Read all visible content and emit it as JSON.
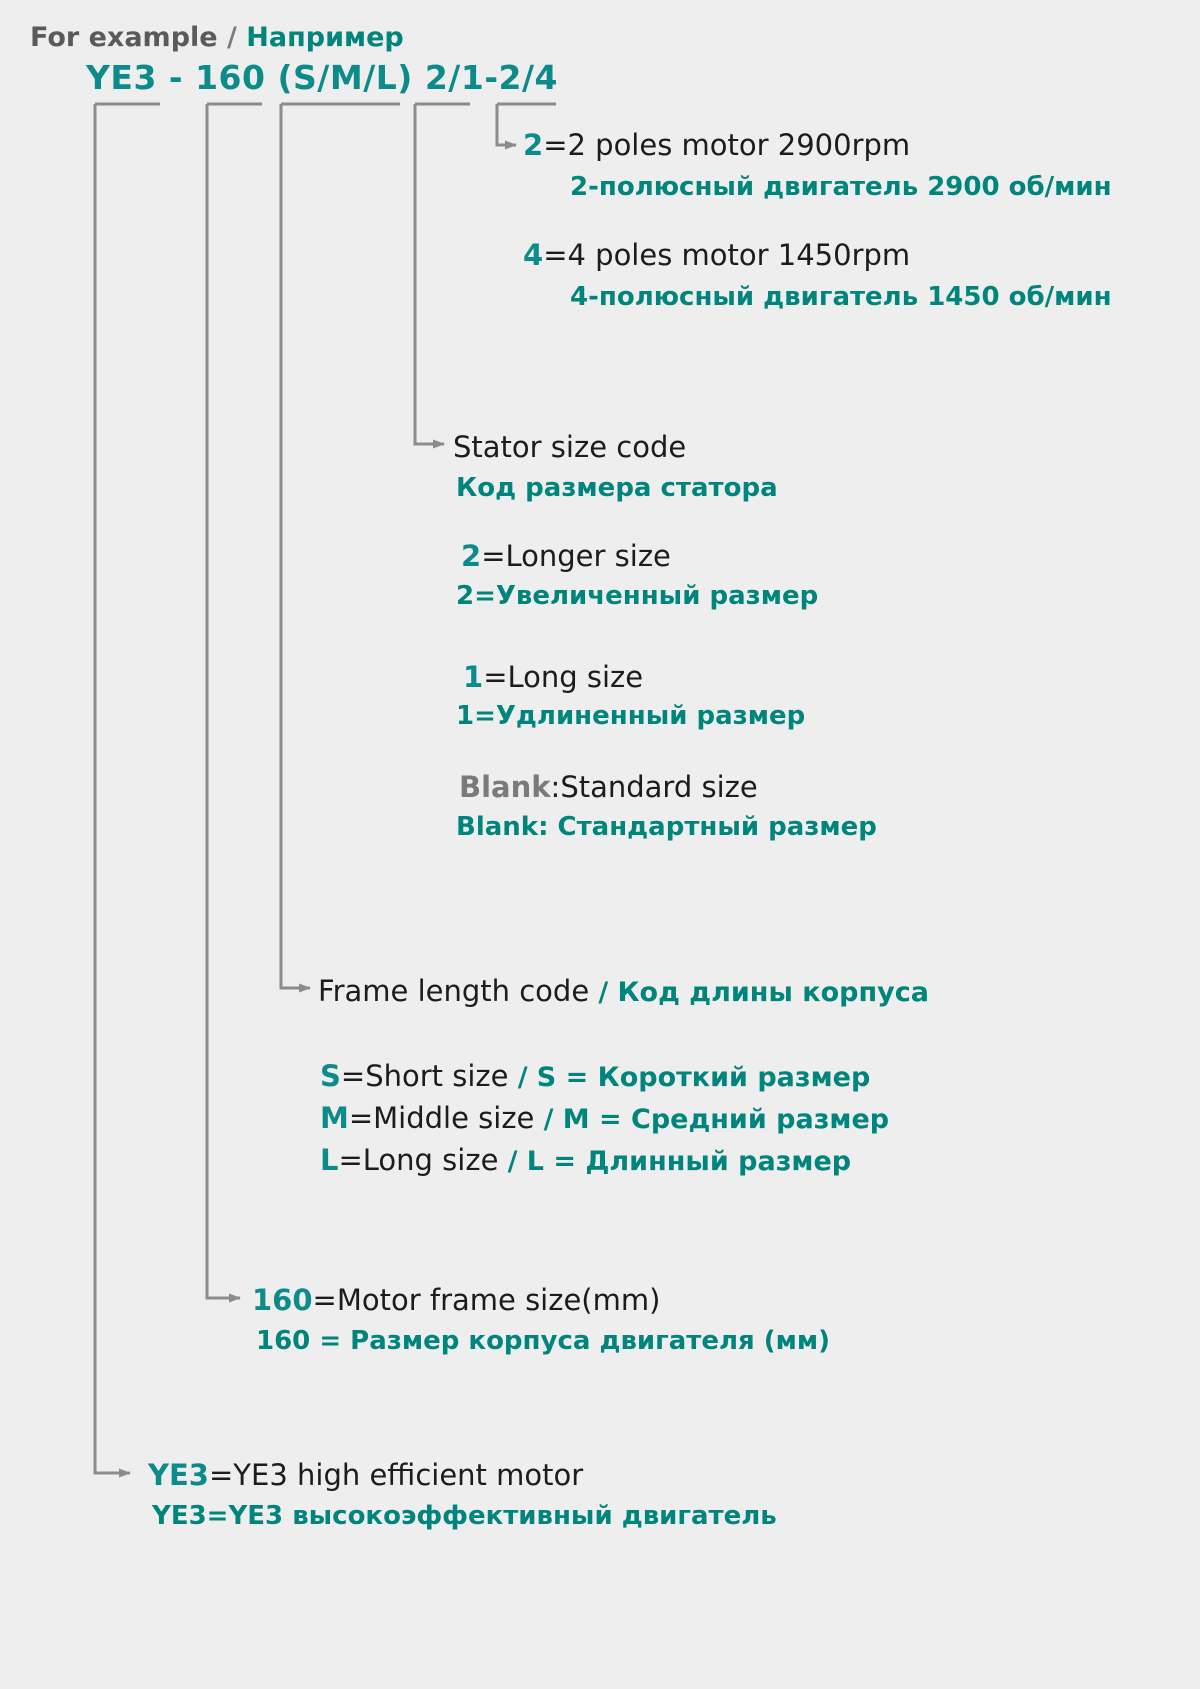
{
  "meta": {
    "bg_color": "#eeeeee",
    "accent_teal": "#0d8b8b",
    "accent_ru": "#00857d",
    "text_dark": "#1c1c1c",
    "text_gray": "#5a5a5a",
    "leader_color": "#8c8c8c"
  },
  "header": {
    "example_en": "For example",
    "separator": "/",
    "example_ru": "Например",
    "code": "YE3 - 160 (S/M/L) 2/1-2/4"
  },
  "callouts": {
    "poles2": {
      "key": "2",
      "en": "=2 poles motor 2900rpm",
      "ru": "2-полюсный двигатель 2900 об/мин"
    },
    "poles4": {
      "key": "4",
      "en": "=4 poles motor 1450rpm",
      "ru": "4-полюсный двигатель 1450 об/мин"
    },
    "stator": {
      "en": "Stator size code",
      "ru": "Код размера статора"
    },
    "stator_longer": {
      "key": "2",
      "en": "=Longer size",
      "ru": "2=Увеличенный размер"
    },
    "stator_long": {
      "key": "1",
      "en": "=Long size",
      "ru": "1=Удлиненный размер"
    },
    "stator_blank": {
      "key": "Blank",
      "en": ":Standard size",
      "ru": "Blank: Стандартный размер"
    },
    "frame": {
      "en": "Frame length code",
      "slash": "/",
      "ru": "Код длины корпуса"
    },
    "frame_s": {
      "key": "S",
      "en": "=Short size",
      "slash": "/",
      "ru": "S = Короткий размер"
    },
    "frame_m": {
      "key": "M",
      "en": "=Middle size",
      "slash": "/",
      "ru": "M = Средний размер"
    },
    "frame_l": {
      "key": "L",
      "en": "=Long size",
      "slash": "/",
      "ru": "L = Длинный размер"
    },
    "frame_size": {
      "key": "160",
      "en": "=Motor frame size(mm)",
      "ru": "160 = Размер корпуса двигателя (мм)"
    },
    "series": {
      "key": "YE3",
      "en": "=YE3 high efficient motor",
      "ru": "YE3=YE3 высокоэффективный двигатель"
    }
  }
}
